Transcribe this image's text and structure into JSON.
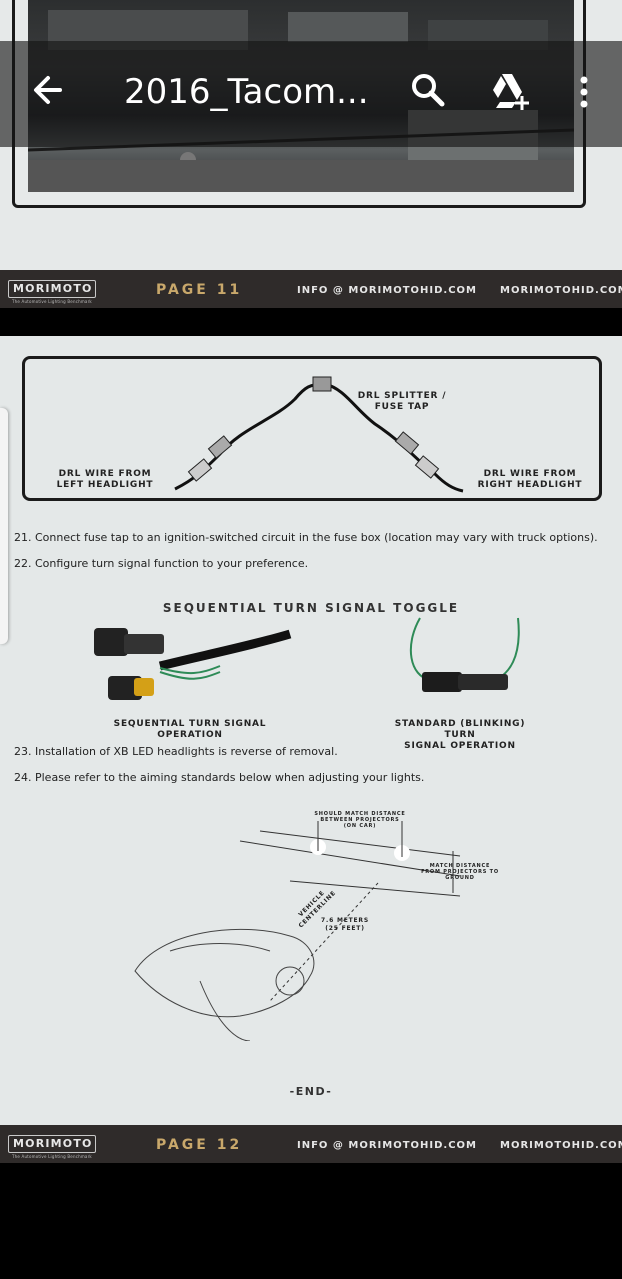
{
  "appbar": {
    "title": "2016_Tacom...",
    "back_icon": "arrow-back-icon",
    "search_icon": "search-icon",
    "drive_icon": "add-to-drive-icon",
    "more_icon": "more-vert-icon"
  },
  "page11_footer": {
    "logo": "MORIMOTO",
    "logo_sub": "The Automotive Lighting Benchmark",
    "page": "PAGE 11",
    "info": "INFO @ MORIMOTOHID.COM",
    "site": "MORIMOTOHID.COM"
  },
  "page12": {
    "diagram": {
      "splitter_label_1": "DRL SPLITTER /",
      "splitter_label_2": "FUSE TAP",
      "left_label_1": "DRL WIRE FROM",
      "left_label_2": "LEFT HEADLIGHT",
      "right_label_1": "DRL WIRE FROM",
      "right_label_2": "RIGHT HEADLIGHT"
    },
    "step21": "21. Connect fuse tap to an ignition-switched circuit in the fuse box (location may vary with truck options).",
    "step22": "22. Configure turn signal function to your preference.",
    "toggle_title": "SEQUENTIAL TURN SIGNAL TOGGLE",
    "sequential_label": "SEQUENTIAL TURN SIGNAL OPERATION",
    "standard_label_1": "STANDARD (BLINKING) TURN",
    "standard_label_2": "SIGNAL OPERATION",
    "step23": "23. Installation of XB LED headlights is reverse of removal.",
    "step24": "24. Please refer to the aiming standards below when adjusting your lights.",
    "aim": {
      "match_projectors_1": "SHOULD MATCH DISTANCE",
      "match_projectors_2": "BETWEEN PROJECTORS",
      "match_projectors_3": "(ON CAR)",
      "match_ground_1": "MATCH DISTANCE",
      "match_ground_2": "FROM PROJECTORS TO",
      "match_ground_3": "GROUND",
      "centerline_1": "VEHICLE",
      "centerline_2": "CENTERLINE",
      "distance_1": "7.6 METERS",
      "distance_2": "(25 FEET)"
    },
    "end": "-END-"
  },
  "page12_footer": {
    "logo": "MORIMOTO",
    "logo_sub": "The Automotive Lighting Benchmark",
    "page": "PAGE 12",
    "info": "INFO @ MORIMOTOHID.COM",
    "site": "MORIMOTOHID.COM"
  }
}
